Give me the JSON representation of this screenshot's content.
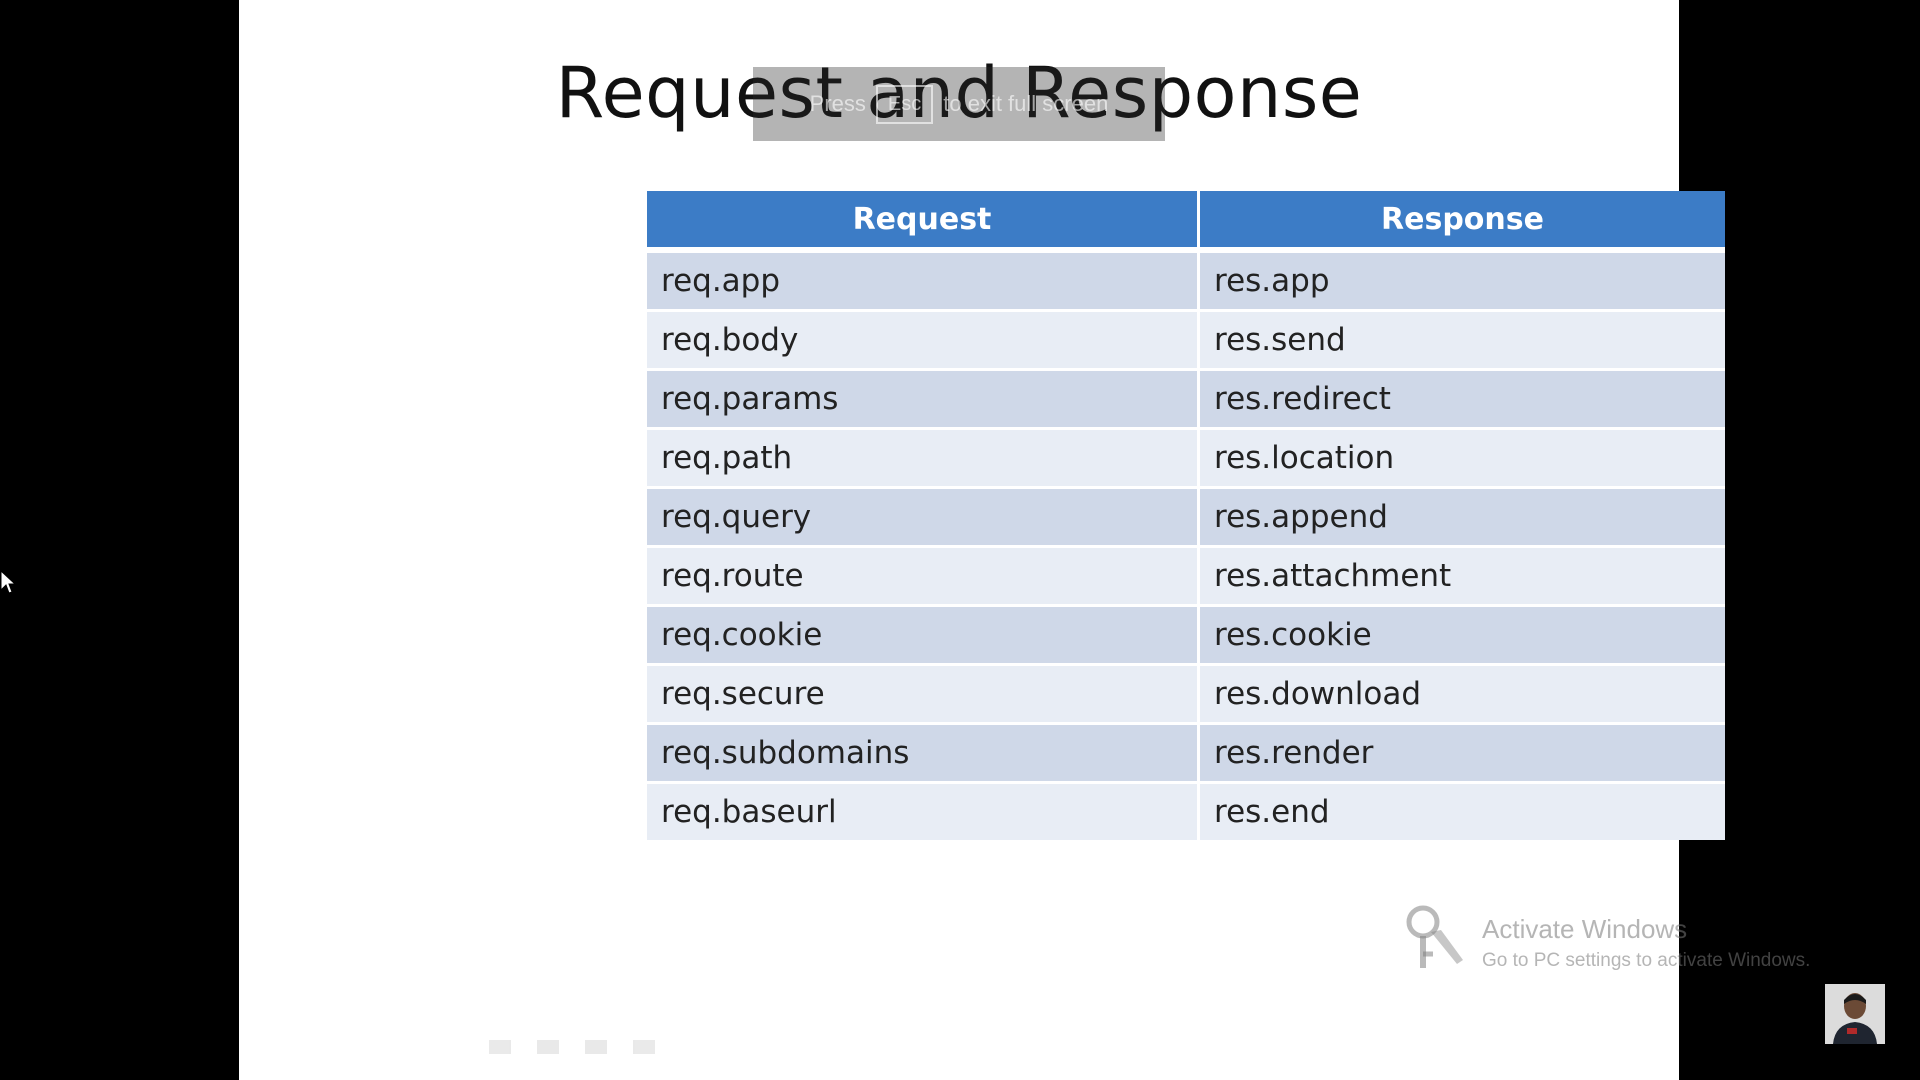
{
  "slide": {
    "title": "Request and Response",
    "fullscreen_hint": {
      "prefix": "Press",
      "key": "Esc",
      "suffix": "to exit full screen"
    }
  },
  "table": {
    "headers": [
      "Request",
      "Response"
    ],
    "rows": [
      [
        "req.app",
        "res.app"
      ],
      [
        "req.body",
        "res.send"
      ],
      [
        "req.params",
        "res.redirect"
      ],
      [
        "req.path",
        "res.location"
      ],
      [
        "req.query",
        "res.append"
      ],
      [
        "req.route",
        "res.attachment"
      ],
      [
        "req.cookie",
        "res.cookie"
      ],
      [
        "req.secure",
        "res.download"
      ],
      [
        "req.subdomains",
        "res.render"
      ],
      [
        "req.baseurl",
        "res.end"
      ]
    ]
  },
  "watermark": {
    "title": "Activate Windows",
    "subtitle": "Go to PC settings to activate Windows."
  },
  "colors": {
    "header_bg": "#3c7cc6",
    "row_odd": "#cfd8e8",
    "row_even": "#e8edf5",
    "letterbox": "#000000"
  },
  "icons": {
    "cursor": "mouse-pointer-icon",
    "watermark": "key-icon",
    "avatar": "presenter-avatar"
  }
}
